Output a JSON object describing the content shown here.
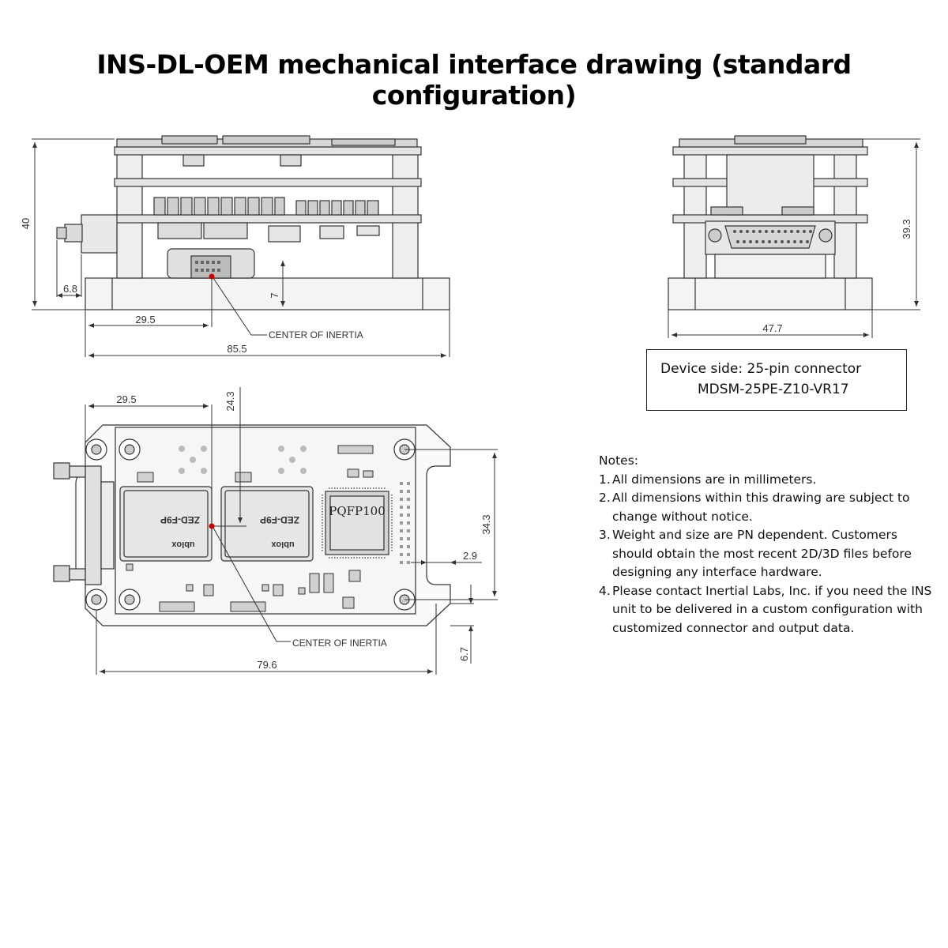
{
  "title": "INS-DL-OEM mechanical interface drawing (standard configuration)",
  "side_view": {
    "dims": {
      "height": "40",
      "connector_offset": "6.8",
      "inertia_z": "7",
      "inertia_x": "29.5",
      "length": "85.5"
    },
    "inertia_label": "CENTER OF INERTIA"
  },
  "end_view": {
    "dims": {
      "height": "39.3",
      "width": "47.7"
    }
  },
  "connector_box": {
    "line1": "Device side: 25-pin connector",
    "line2": "MDSM-25PE-Z10-VR17"
  },
  "top_view": {
    "dims": {
      "inertia_x": "29.5",
      "inertia_y": "24.3",
      "hole_spacing_y": "34.3",
      "slot_offset": "2.9",
      "edge_offset": "6.7",
      "hole_spacing_x": "79.6"
    },
    "chip_labels": {
      "gnss1": "ZED-F9P",
      "gnss2": "ZED-F9P",
      "vendor1": "ublox",
      "vendor2": "ublox",
      "cpu": "PQFP100"
    },
    "inertia_label": "CENTER OF INERTIA"
  },
  "notes": {
    "heading": "Notes:",
    "items": [
      {
        "num": "1.",
        "text": "All dimensions are in millimeters."
      },
      {
        "num": "2.",
        "text": "All dimensions within this drawing are subject to change without notice."
      },
      {
        "num": "3.",
        "text": "Weight and size are PN dependent. Customers should obtain the most recent 2D/3D files before designing any interface hardware."
      },
      {
        "num": "4.",
        "text": "Please contact Inertial Labs, Inc. if you need the INS unit to be delivered in a custom configuration with customized connector and output data."
      }
    ]
  },
  "colors": {
    "line": "#333333",
    "component_fill": "#dcdcdc",
    "chip_fill": "#e6e6e6",
    "inertia_marker": "#cc0000"
  }
}
